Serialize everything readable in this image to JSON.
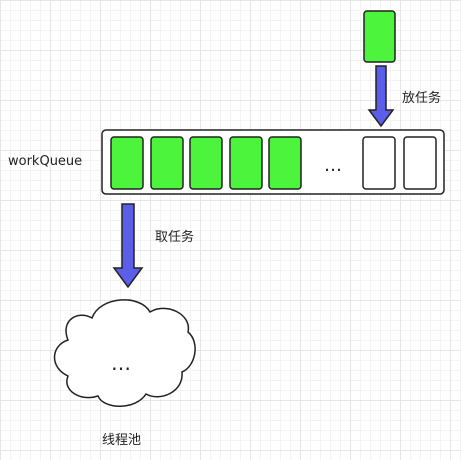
{
  "labels": {
    "queue_name": "workQueue",
    "put_task": "放任务",
    "take_task": "取任务",
    "thread_pool": "线程池",
    "queue_ellipsis": "…",
    "pool_ellipsis": "…"
  },
  "queue": {
    "filled_slots": 5,
    "empty_slots": 2
  },
  "colors": {
    "task_fill": "#4cf43c",
    "slot_empty": "#ffffff",
    "arrow_fill": "#5a5ee8",
    "stroke": "#222222"
  },
  "icons": {
    "put_arrow": "arrow-down-icon",
    "take_arrow": "arrow-down-icon",
    "pool_shape": "cloud-icon"
  }
}
